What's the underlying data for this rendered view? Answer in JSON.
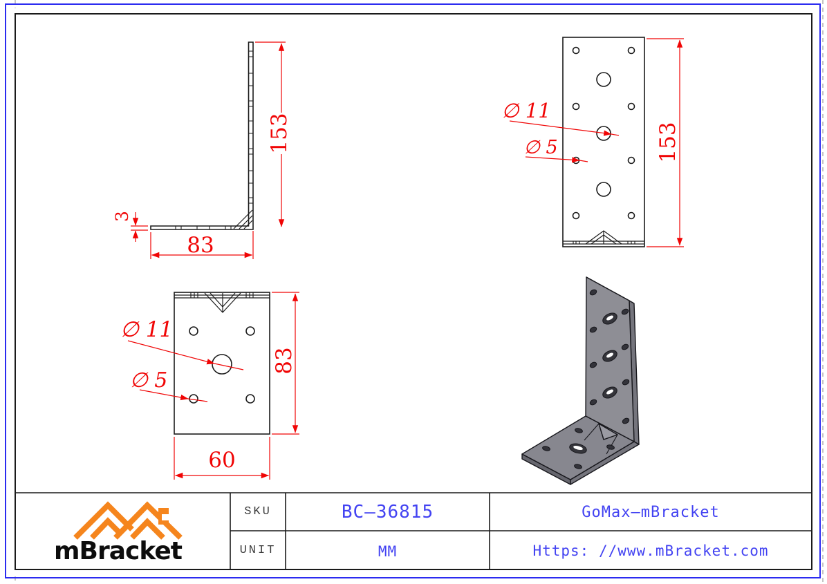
{
  "drawing": {
    "views": {
      "side": {
        "height": "153",
        "base": "83",
        "thickness": "3"
      },
      "front": {
        "height": "153",
        "dia_large": "∅ 11",
        "dia_small": "∅ 5"
      },
      "top": {
        "depth": "83",
        "width": "60",
        "dia_large": "∅ 11",
        "dia_small": "∅ 5"
      }
    }
  },
  "title_block": {
    "brand": "mBracket",
    "sku_label": "SKU",
    "sku_value": "BC–36815",
    "unit_label": "UNIT",
    "unit_value": "MM",
    "product": "GoMax–mBracket",
    "website": "Https: //www.mBracket.com"
  },
  "colors": {
    "dimension_red": "#f00505",
    "cad_blue": "#4343f2",
    "border_blue": "#2b2bf0",
    "logo_orange": "#f5851d",
    "metal_gray": "#8e8e95"
  }
}
